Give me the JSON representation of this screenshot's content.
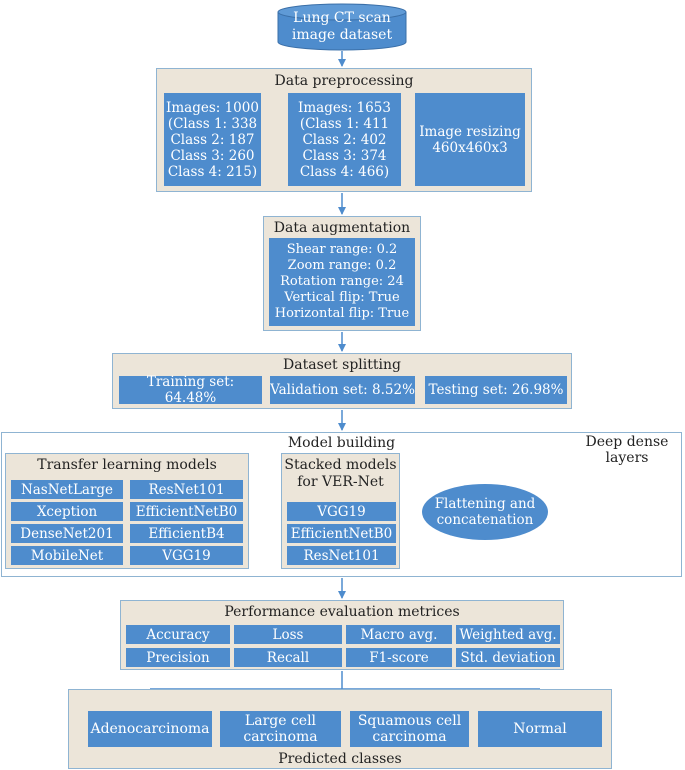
{
  "dataset": {
    "label": "Lung CT scan\nimage dataset"
  },
  "preprocessing": {
    "title": "Data preprocessing",
    "original": "Images: 1000\n(Class 1: 338\nClass 2: 187\nClass 3: 260\nClass 4: 215)",
    "augmented": "Images: 1653\n(Class 1: 411\nClass 2: 402\nClass 3: 374\nClass 4: 466)",
    "resizing": "Image resizing\n460x460x3"
  },
  "augmentation": {
    "title": "Data augmentation",
    "params": "Shear range: 0.2\nZoom range: 0.2\nRotation range: 24\nVertical flip: True\nHorizontal flip: True"
  },
  "splitting": {
    "title": "Dataset splitting",
    "items": [
      "Training set: 64.48%",
      "Validation set: 8.52%",
      "Testing set: 26.98%"
    ]
  },
  "model_building": {
    "title": "Model building",
    "transfer": {
      "title": "Transfer learning models",
      "models": [
        "NasNetLarge",
        "ResNet101",
        "Xception",
        "EfficientNetB0",
        "DenseNet201",
        "EfficientB4",
        "MobileNet",
        "VGG19"
      ]
    },
    "stacked": {
      "title": "Stacked models\nfor VER-Net",
      "models": [
        "VGG19",
        "EfficientNetB0",
        "ResNet101"
      ]
    },
    "flatten": "Flattening and\nconcatenation",
    "dense": "Deep dense\nlayers"
  },
  "metrics": {
    "title": "Performance evaluation metrices",
    "items": [
      "Accuracy",
      "Loss",
      "Macro avg.",
      "Weighted avg.",
      "Precision",
      "Recall",
      "F1-score",
      "Std. deviation"
    ]
  },
  "predicted": {
    "title": "Predicted classes",
    "classes": [
      "Adenocarcinoma",
      "Large cell\ncarcinoma",
      "Squamous cell\ncarcinoma",
      "Normal"
    ]
  },
  "colors": {
    "box": "#4e8ccd",
    "panel": "#ece5d9",
    "border": "#8fb4d2",
    "arrow": "#4e8ccd"
  }
}
